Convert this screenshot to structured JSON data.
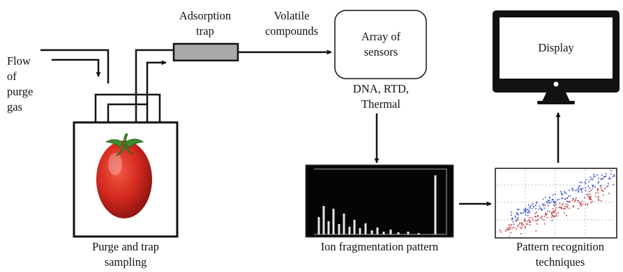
{
  "labels": {
    "flow_gas": [
      "Flow",
      "of",
      "purge",
      "gas"
    ],
    "adsorption_trap": [
      "Adsorption",
      "trap"
    ],
    "volatile_compounds": [
      "Volatile",
      "compounds"
    ],
    "array_of_sensors": [
      "Array of",
      "sensors"
    ],
    "sensor_types": [
      "DNA, RTD,",
      "Thermal"
    ],
    "display": "Display",
    "purge_trap_sampling": [
      "Purge and trap",
      "sampling"
    ],
    "ion_fragmentation_pattern": "Ion fragmentation pattern",
    "pattern_recognition": [
      "Pattern recognition",
      "techniques"
    ]
  },
  "colors": {
    "line": "#111111",
    "trap_fill": "#a9a9a9",
    "tomato": "#d42a1f",
    "tomato_leaf": "#3e8a2e",
    "spectrum_bg": "#050505",
    "spectrum_peaks": "#e6e6e6",
    "scatter_blue": "#2b3fc4",
    "scatter_red": "#b5282a",
    "monitor": "#111111"
  },
  "icons": {
    "tomato": "tomato-icon",
    "monitor": "monitor-icon",
    "spectrum": "spectrum-thumbnail",
    "scatter": "scatter-plot-thumbnail"
  }
}
